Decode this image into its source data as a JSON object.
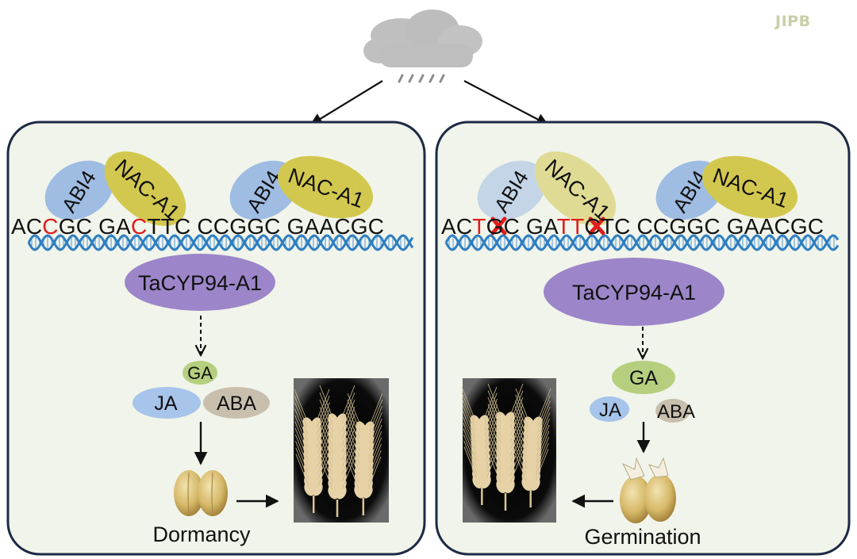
{
  "logo": "JIPB",
  "left_panel": {
    "proteins": [
      {
        "abi4": "ABI4",
        "nac": "NAC-A1"
      },
      {
        "abi4": "ABI4",
        "nac": "NAC-A1"
      }
    ],
    "sequence": {
      "pre1": "AC",
      "mut1": "C",
      "post1": "GC GA",
      "mut2": "C",
      "post2": "TTC CCGGC GAACGC"
    },
    "gene": "TaCYP94-A1",
    "hormones": {
      "ga": "GA",
      "ja": "JA",
      "aba": "ABA"
    },
    "outcome": "Dormancy"
  },
  "right_panel": {
    "proteins": [
      {
        "abi4": "ABI4",
        "nac": "NAC-A1"
      },
      {
        "abi4": "ABI4",
        "nac": "NAC-A1"
      }
    ],
    "sequence": {
      "pre1": "AC",
      "mut1": "T",
      "mid1": "G",
      "post1": "C GA",
      "mut2": "TT",
      "mid2": "C",
      "post2": "TC CCGGC GAACGC"
    },
    "gene": "TaCYP94-A1",
    "hormones": {
      "ga": "GA",
      "ja": "JA",
      "aba": "ABA"
    },
    "outcome": "Germination"
  },
  "colors": {
    "panel_bg": "#f1f4ea",
    "panel_border": "#1e2a45",
    "abi4": "#9fbce3",
    "nac": "#d3c84f",
    "gene": "#9c86c9",
    "ga": "#b5cf7f",
    "ja": "#a7c4ea",
    "aba": "#c8bfae",
    "dna": "#2f7fc1",
    "mutation": "#e01b1b"
  }
}
